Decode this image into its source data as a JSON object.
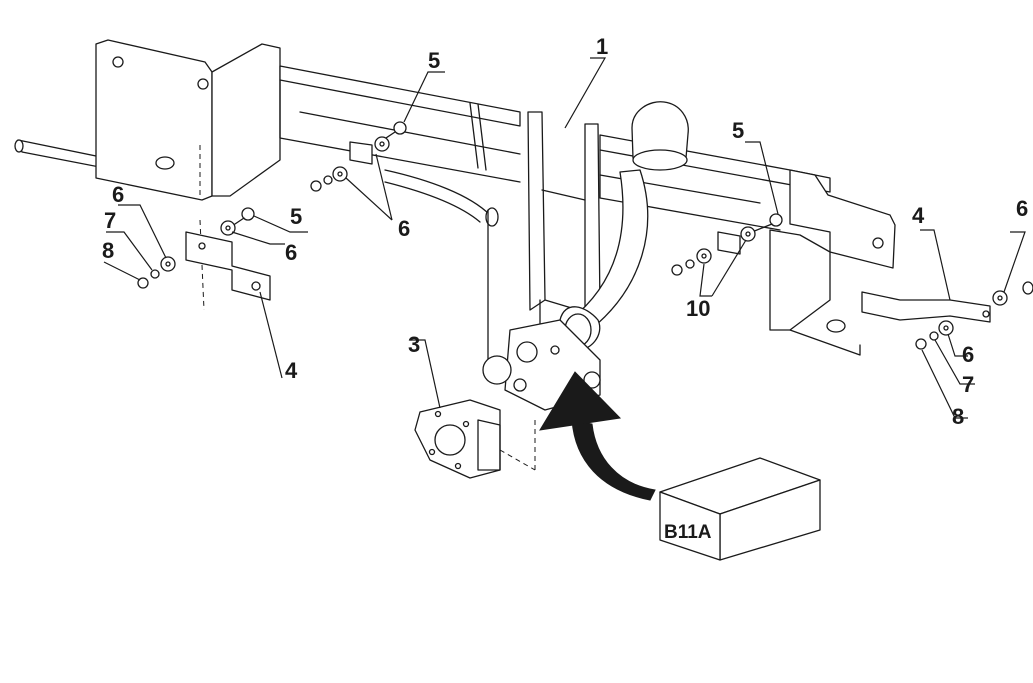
{
  "diagram": {
    "callouts": [
      {
        "id": "c1",
        "text": "1"
      },
      {
        "id": "c3",
        "text": "3"
      },
      {
        "id": "c4a",
        "text": "4"
      },
      {
        "id": "c4b",
        "text": "4"
      },
      {
        "id": "c5a",
        "text": "5"
      },
      {
        "id": "c5b",
        "text": "5"
      },
      {
        "id": "c5c",
        "text": "5"
      },
      {
        "id": "c6a",
        "text": "6"
      },
      {
        "id": "c6b",
        "text": "6"
      },
      {
        "id": "c6c",
        "text": "6"
      },
      {
        "id": "c6d",
        "text": "6"
      },
      {
        "id": "c6e",
        "text": "6"
      },
      {
        "id": "c7a",
        "text": "7"
      },
      {
        "id": "c7b",
        "text": "7"
      },
      {
        "id": "c8a",
        "text": "8"
      },
      {
        "id": "c8b",
        "text": "8"
      },
      {
        "id": "c10",
        "text": "10"
      }
    ],
    "box": {
      "label": "B11A"
    }
  }
}
